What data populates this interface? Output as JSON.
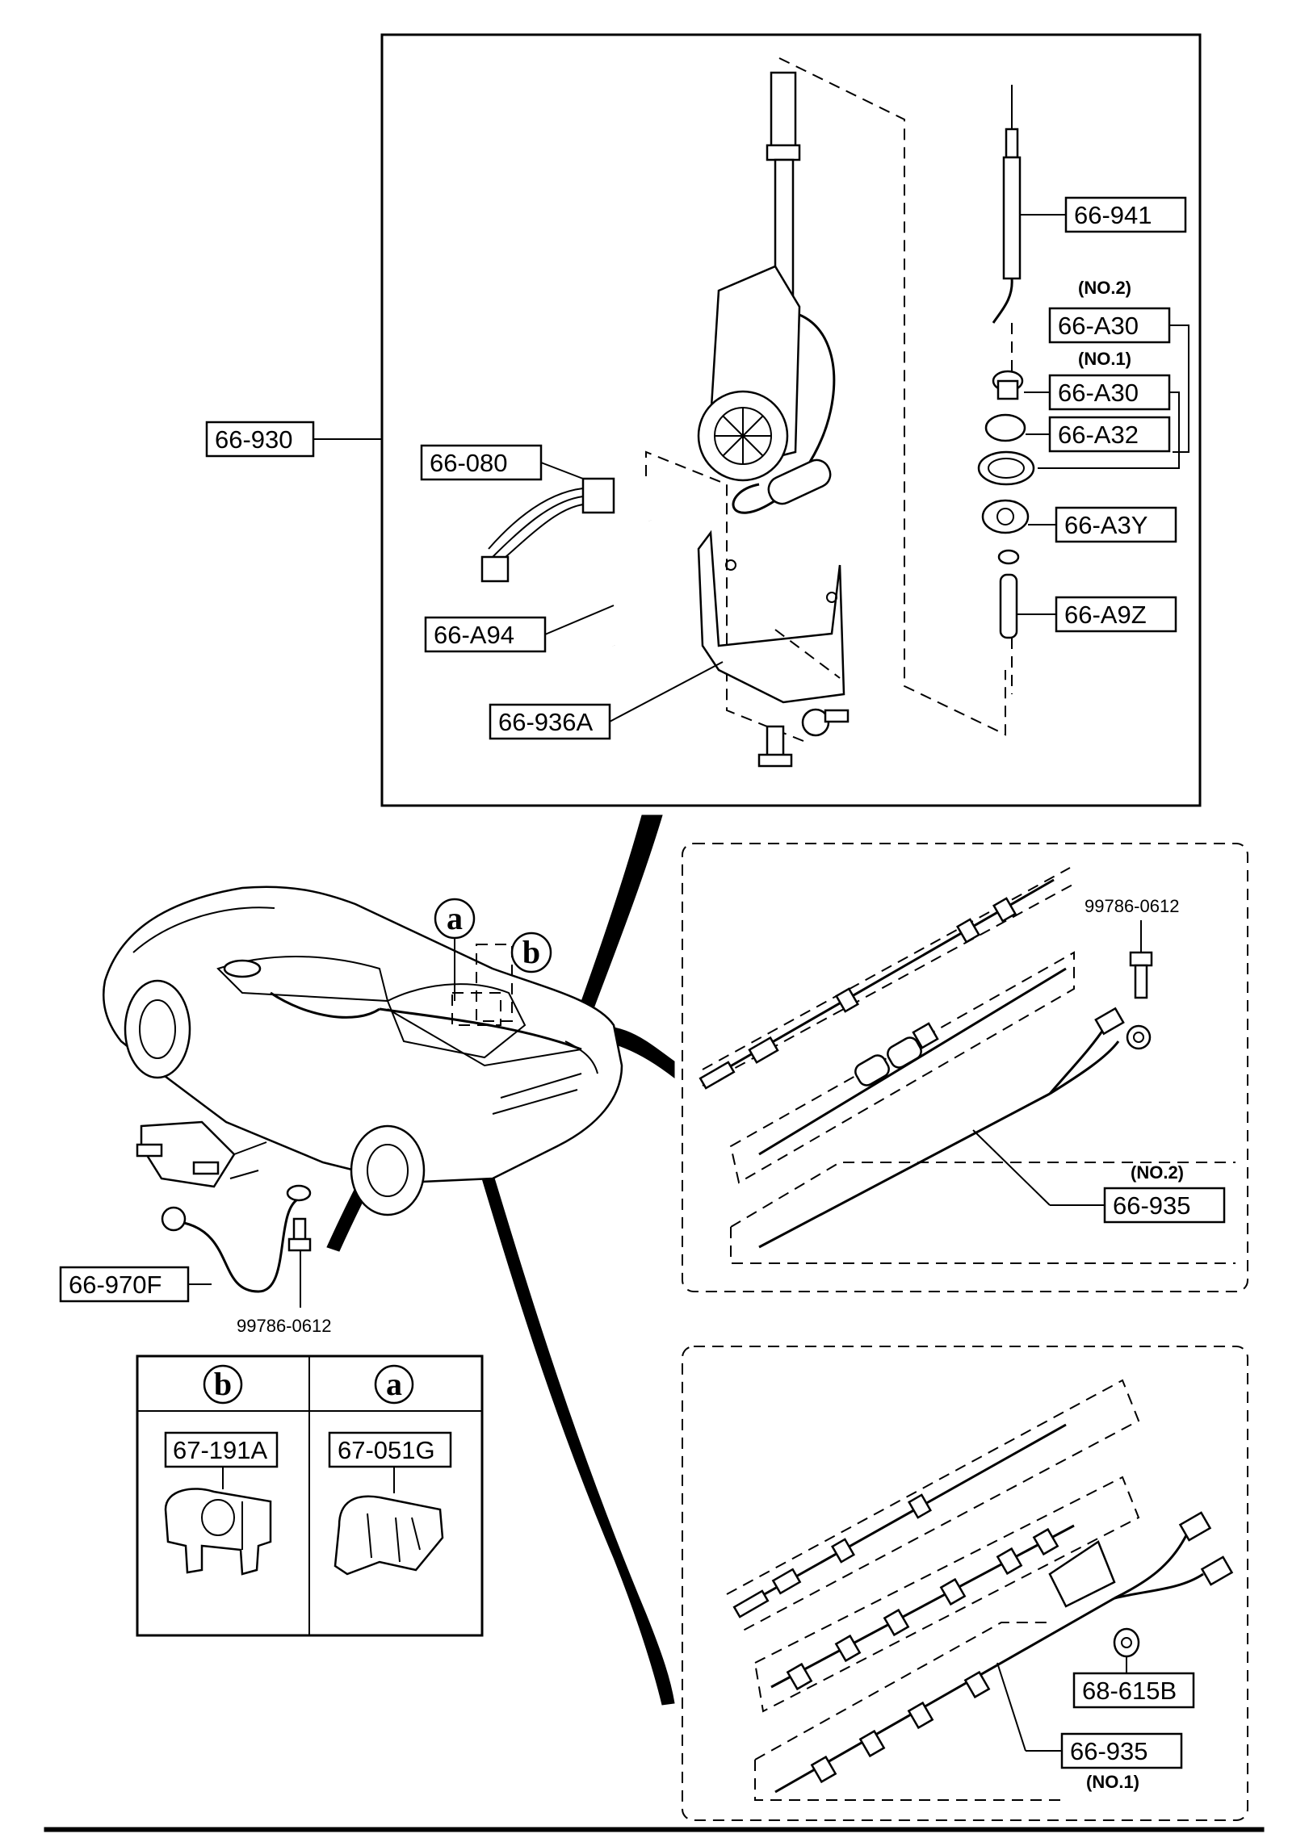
{
  "top_panel": {
    "assembly_label": "66-930",
    "parts": {
      "rod": "66-941",
      "nut_no2": "66-A30",
      "nut_no2_note": "(NO.2)",
      "nut_no1": "66-A30",
      "nut_no1_note": "(NO.1)",
      "washer": "66-A32",
      "bezel": "66-A3Y",
      "collar": "66-A9Z",
      "connector": "66-080",
      "drain_hose": "66-A94",
      "bracket": "66-936A"
    }
  },
  "car_area": {
    "marker_a": "a",
    "marker_b": "b",
    "ground_wire": "66-970F",
    "bolt": "99786-0612"
  },
  "clip_table": {
    "col_b": {
      "marker": "b",
      "part": "67-191A"
    },
    "col_a": {
      "marker": "a",
      "part": "67-051G"
    }
  },
  "cable_panel_no2": {
    "bolt": "99786-0612",
    "part": "66-935",
    "note": "(NO.2)"
  },
  "cable_panel_no1": {
    "grommet": "68-615B",
    "part": "66-935",
    "note": "(NO.1)"
  },
  "icons": [
    "antenna-motor-icon",
    "sports-car-icon",
    "clip-icon",
    "cable-icon",
    "bolt-icon"
  ]
}
